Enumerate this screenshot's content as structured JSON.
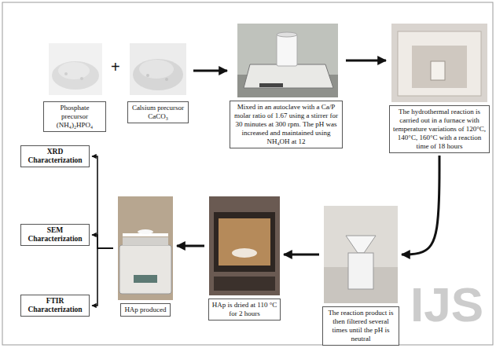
{
  "diagram": {
    "nodes": [
      {
        "text": [
          "Phosphate precursor (NH₄)₂HPO₄"
        ]
      },
      {
        "text": [
          "Calsium precursor CaCO₃"
        ]
      },
      {
        "text": [
          "Mixed in an autoclave with a Ca/P molar ratio of 1.67 using a stirrer for 30 minutes at 300 rpm. The pH was increased and maintained using NH₄OH at 12"
        ]
      },
      {
        "text": [
          "The hydrothermal reaction is carried out in a furnace with temperature variations of 120°C, 140°C, 160°C with a reaction time of 18 hours"
        ]
      },
      {
        "text": [
          "The reaction product is then filtered several times until the pH is neutral"
        ]
      },
      {
        "text": [
          "HAp is dried at 110 °C for 2 hours"
        ]
      },
      {
        "text": [
          "HAp produced"
        ]
      },
      {
        "text": [
          "XRD Characterization"
        ]
      },
      {
        "text": [
          "SEM Characterization"
        ]
      },
      {
        "text": [
          "FTIR Characterization"
        ]
      }
    ],
    "edges": [
      {
        "from": 1,
        "to": 2,
        "arrow": "to"
      },
      {
        "from": 2,
        "to": 3,
        "arrow": "to"
      },
      {
        "from": 3,
        "to": 4,
        "arrow": "to"
      },
      {
        "from": 4,
        "to": 5,
        "arrow": "to"
      },
      {
        "from": 5,
        "to": 6,
        "arrow": "to"
      },
      {
        "from": 6,
        "to": 7,
        "arrow": "to"
      },
      {
        "from": 6,
        "to": 8,
        "arrow": "to"
      },
      {
        "from": 6,
        "to": 9,
        "arrow": "to"
      }
    ],
    "labels": [
      "+",
      "IJS"
    ]
  }
}
